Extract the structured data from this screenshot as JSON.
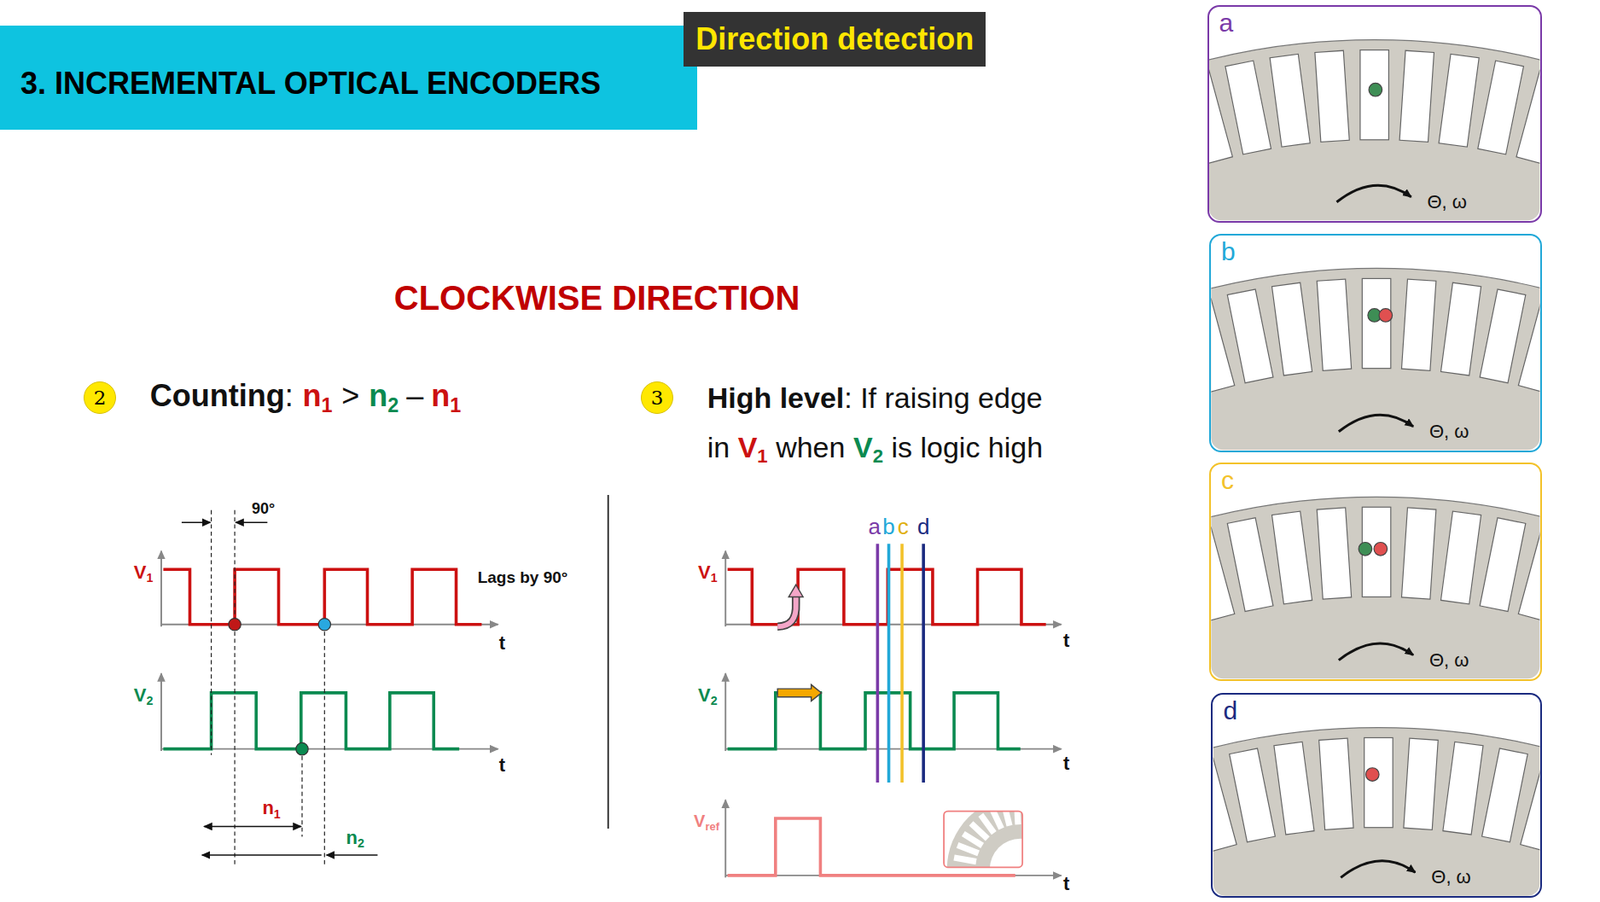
{
  "diagram": {
    "nodes": [
      {
        "text": [
          "3. INCREMENTAL OPTICAL ENCODERS"
        ]
      },
      {
        "text": [
          "Direction detection"
        ]
      },
      {
        "text": [
          "2"
        ]
      },
      {
        "text": [
          "3"
        ]
      },
      {
        "text": [
          "a",
          "Θ, ω"
        ]
      },
      {
        "text": [
          "b",
          "Θ, ω"
        ]
      },
      {
        "text": [
          "c",
          "Θ, ω"
        ]
      },
      {
        "text": [
          "d",
          "Θ, ω"
        ]
      }
    ],
    "edges": [],
    "labels": [
      "CLOCKWISE DIRECTION",
      "Counting",
      ":",
      "n",
      "1",
      ">",
      "n",
      "2",
      "–",
      "n",
      "1",
      "High level",
      ": If raising edge",
      "in",
      "V",
      "1",
      "when",
      "V",
      "2",
      "is logic high",
      "90°",
      "V",
      "1",
      "Lags by 90°",
      "t",
      "V",
      "2",
      "t",
      "n",
      "1",
      "n",
      "2",
      "V",
      "1",
      "a",
      "b",
      "c",
      "d",
      "t",
      "V",
      "2",
      "t",
      "V",
      "ref",
      "t"
    ]
  }
}
